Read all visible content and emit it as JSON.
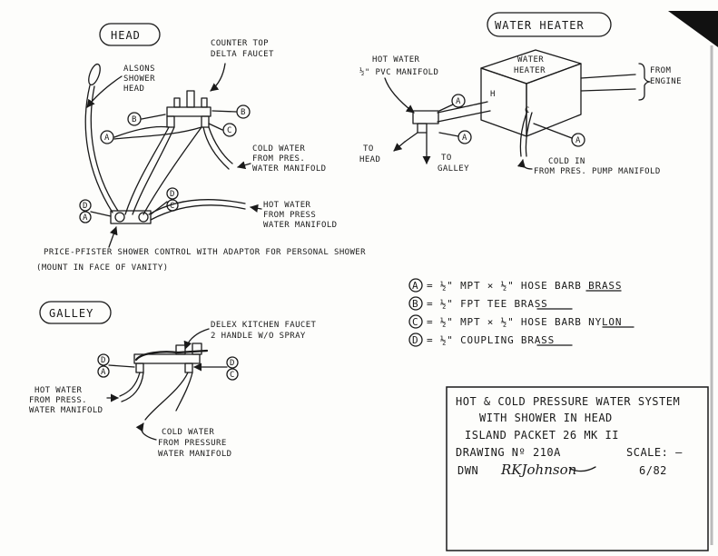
{
  "head": {
    "title": "HEAD",
    "faucet_label": [
      "COUNTER TOP",
      "DELTA FAUCET"
    ],
    "shower_head_label": [
      "ALSONS",
      "SHOWER",
      "HEAD"
    ],
    "cold_label": [
      "COLD WATER",
      "FROM PRES.",
      "WATER MANIFOLD"
    ],
    "hot_label": [
      "HOT WATER",
      "FROM PRESS",
      "WATER MANIFOLD"
    ],
    "control_label": "PRICE-PFISTER SHOWER CONTROL WITH ADAPTOR FOR PERSONAL SHOWER",
    "mount_label": "(MOUNT IN FACE OF VANITY)"
  },
  "water_heater": {
    "title": "WATER HEATER",
    "box_label": [
      "WATER",
      "HEATER"
    ],
    "hot_manifold_label": [
      "HOT WATER",
      "½\" PVC MANIFOLD"
    ],
    "engine_label": [
      "FROM",
      "ENGINE"
    ],
    "h_label": "H",
    "c_label": "C",
    "to_head_label": [
      "TO",
      "HEAD"
    ],
    "to_galley_label": [
      "TO",
      "GALLEY"
    ],
    "cold_in_label": [
      "COLD IN",
      "FROM PRES. PUMP MANIFOLD"
    ]
  },
  "galley": {
    "title": "GALLEY",
    "faucet_label": [
      "DELEX KITCHEN FAUCET",
      "2 HANDLE W/O SPRAY"
    ],
    "hot_label": [
      "HOT WATER",
      "FROM PRESS.",
      "WATER MANIFOLD"
    ],
    "cold_label": [
      "COLD WATER",
      "FROM PRESSURE",
      "WATER MANIFOLD"
    ]
  },
  "callouts": {
    "a": "A",
    "b": "B",
    "c": "C",
    "d": "D"
  },
  "legend": [
    {
      "key": "A",
      "text": "= ½\" MPT × ½\" HOSE BARB BRASS"
    },
    {
      "key": "B",
      "text": "= ½\" FPT TEE BRASS"
    },
    {
      "key": "C",
      "text": "= ½\" MPT × ½\" HOSE BARB NYLON"
    },
    {
      "key": "D",
      "text": "= ½\" COUPLING BRASS"
    }
  ],
  "title_block": {
    "line1": "HOT & COLD PRESSURE WATER SYSTEM",
    "line2": "WITH SHOWER IN HEAD",
    "line3": "ISLAND PACKET   26 MK II",
    "line4": "DRAWING Nº 210A",
    "scale": "SCALE: —",
    "line5": "DWN",
    "signature": "RKJohnson",
    "date": "6/82"
  }
}
